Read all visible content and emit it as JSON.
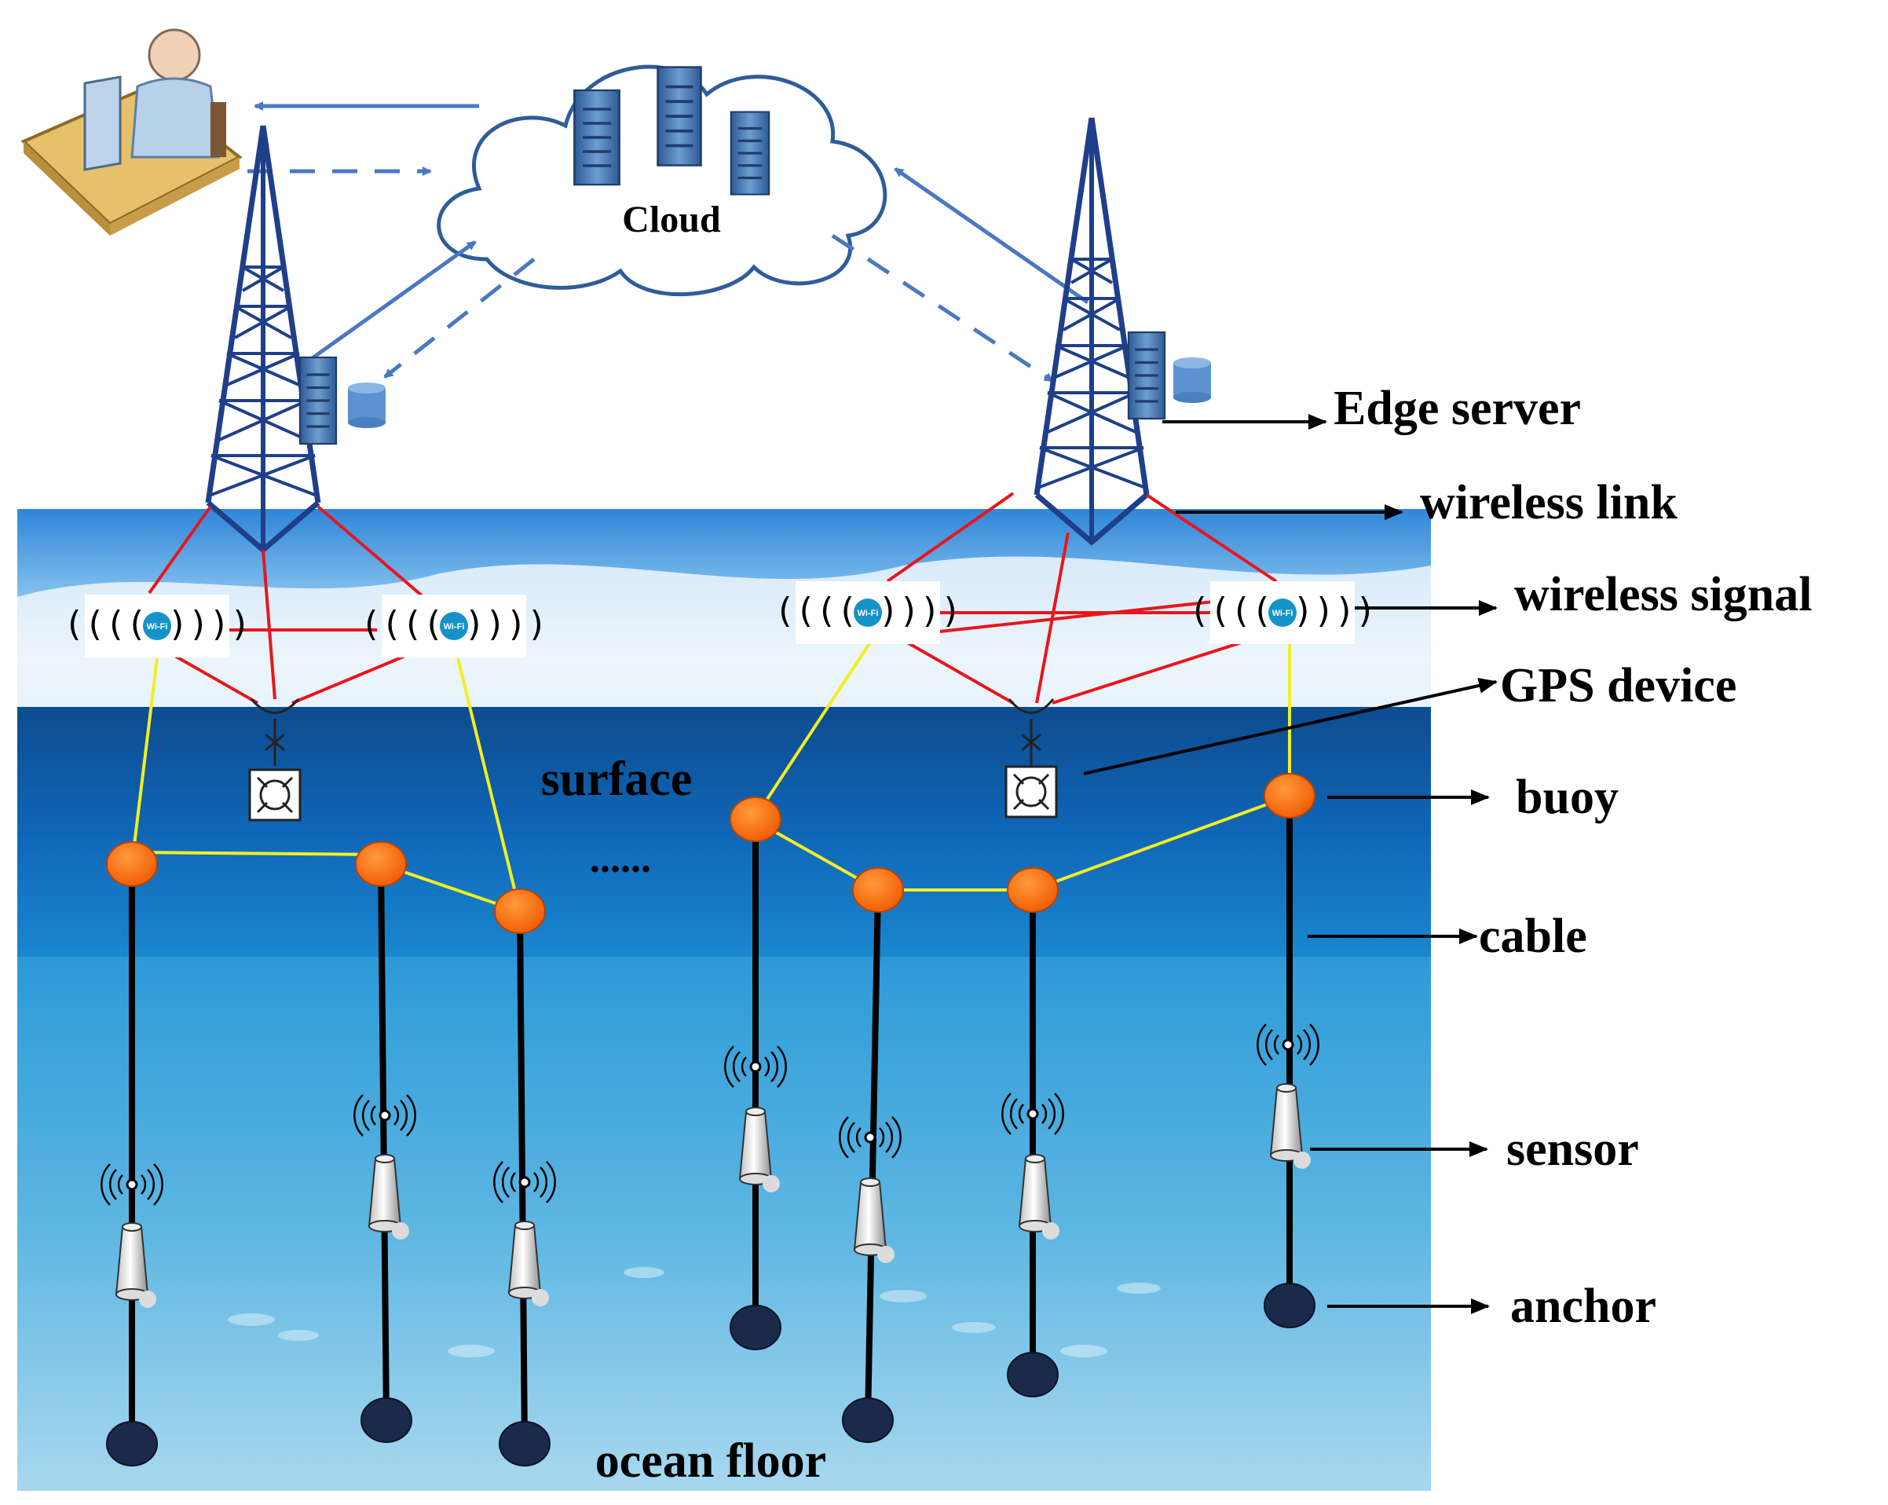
{
  "cloud": {
    "label": "Cloud"
  },
  "wifi": {
    "label": "Wi-Fi"
  },
  "scene": {
    "surface_label": "surface",
    "ellipsis": "......",
    "ocean_floor_label": "ocean floor"
  },
  "legend": {
    "edge_server": "Edge server",
    "wireless_link": "wireless link",
    "wireless_signal": "wireless signal",
    "gps_device": "GPS device",
    "buoy": "buoy",
    "cable": "cable",
    "sensor": "sensor",
    "anchor": "anchor"
  },
  "colors": {
    "wireless_link": "#e8161c",
    "buoy_link": "#f2ee22",
    "buoy": "#ff6a00",
    "anchor": "#1b2a4a",
    "arrow_blue": "#4a78c2",
    "tower": "#1f3f8a",
    "cloud_text": "#1f3a70"
  }
}
